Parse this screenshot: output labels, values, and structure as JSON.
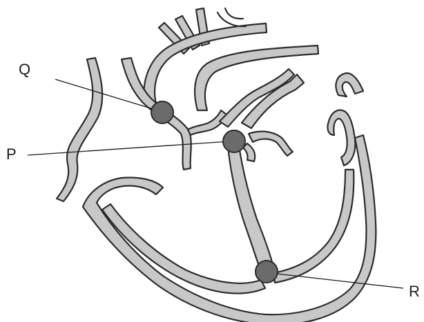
{
  "labels": {
    "p": "P",
    "q": "Q",
    "r": "R"
  },
  "colors": {
    "fill": "#c8c8c8",
    "outline": "#2b2b2b",
    "node": "#6b6b6b",
    "background": "#ffffff"
  }
}
